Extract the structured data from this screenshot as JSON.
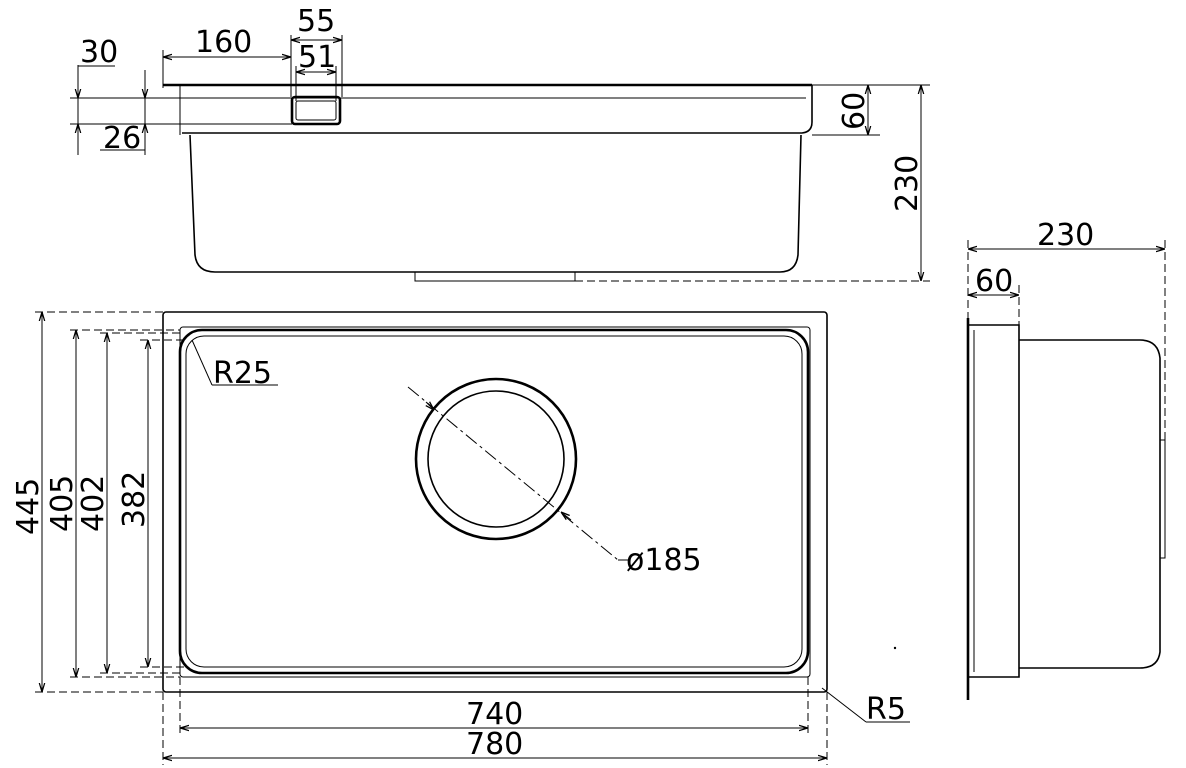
{
  "dimensions": {
    "top_width_160": "160",
    "top_width_55": "55",
    "top_width_51": "51",
    "top_height_30": "30",
    "top_height_26": "26",
    "top_height_60": "60",
    "top_height_230": "230",
    "plan_height_445": "445",
    "plan_height_405": "405",
    "plan_height_402": "402",
    "plan_height_382": "382",
    "plan_radius_r25": "R25",
    "plan_drain_diameter": "ø185",
    "plan_radius_r5": "R5",
    "plan_width_740": "740",
    "plan_width_780": "780",
    "side_width_230": "230",
    "side_width_60": "60"
  },
  "colors": {
    "line": "#000000",
    "background": "#ffffff"
  }
}
